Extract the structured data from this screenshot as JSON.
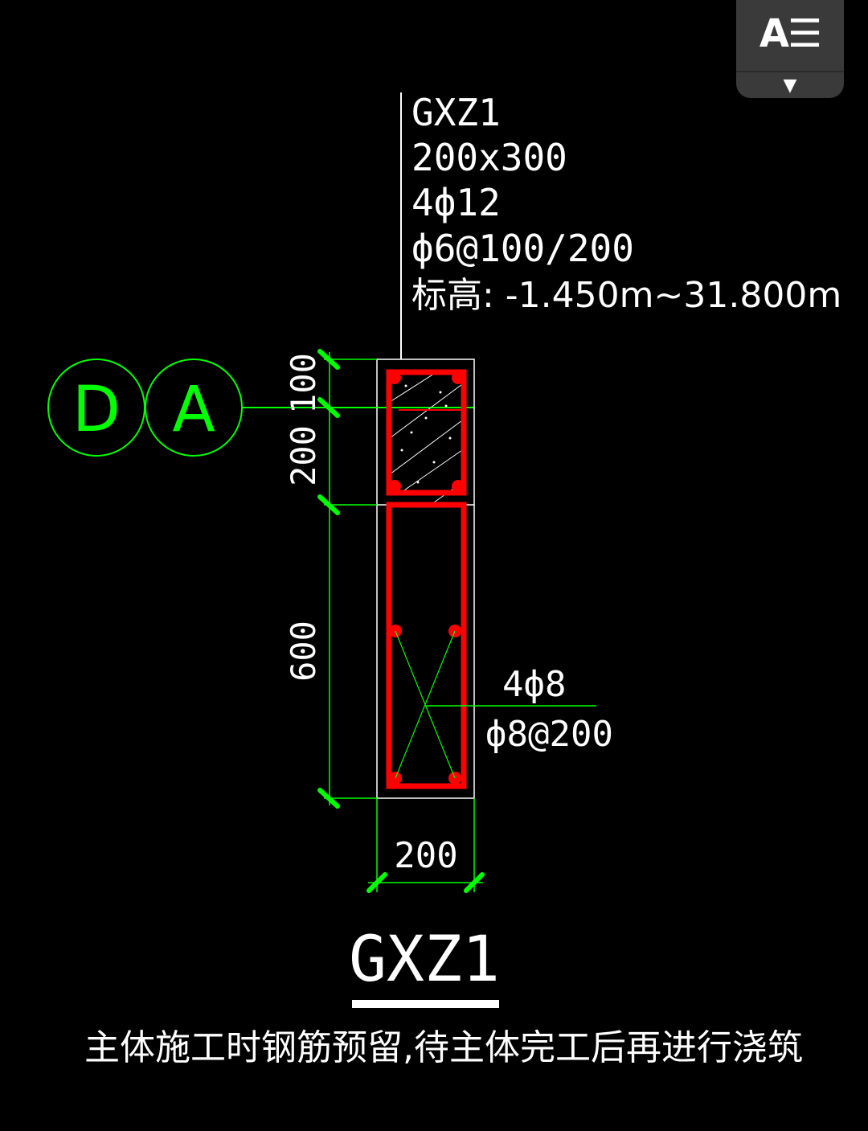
{
  "column_tag": {
    "name": "GXZ1",
    "size": "200x300",
    "longitudinal": "4ф12",
    "stirrup": "ф6@100/200",
    "elevation": "标高: -1.450m~31.800m"
  },
  "axis_bubbles": [
    "D",
    "A"
  ],
  "dimensions": {
    "top": "100",
    "middle": "200",
    "lower": "600",
    "width": "200"
  },
  "lower_callout": {
    "bars": "4ф8",
    "stirrup": "ф8@200"
  },
  "section_title": "GXZ1",
  "note": "主体施工时钢筋预留,待主体完工后再进行浇筑",
  "toolbar": {
    "ae_label": "A☰",
    "caret": "▼"
  },
  "colors": {
    "background": "#000000",
    "rebar": "#ff0000",
    "dimension": "#00ff00",
    "outline": "#ffffff"
  }
}
